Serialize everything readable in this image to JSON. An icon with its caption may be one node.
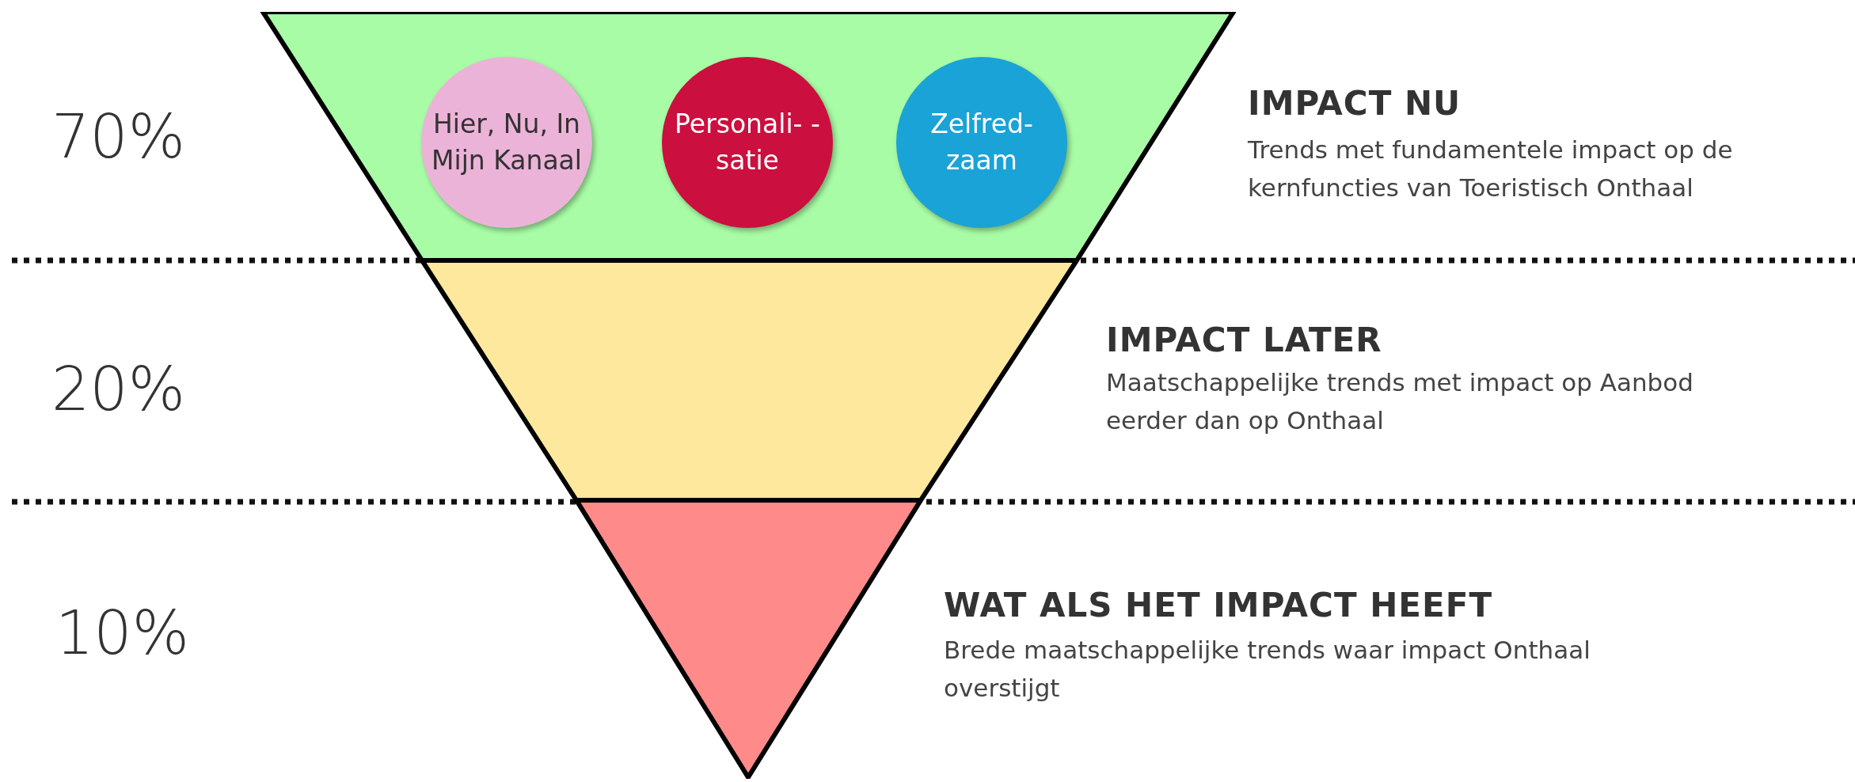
{
  "diagram": {
    "nodes": [
      {
        "text": [
          "IMPACT NU",
          "Trends met fundamentele impact op de kernfuncties van Toeristisch Onthaal"
        ]
      },
      {
        "text": [
          "Hier, Nu, In Mijn Kanaal"
        ],
        "in": 0
      },
      {
        "text": [
          "Personali- -satie"
        ],
        "in": 0
      },
      {
        "text": [
          "Zelfred- zaam"
        ],
        "in": 0
      },
      {
        "text": [
          "IMPACT LATER",
          "Maatschappelijke trends met impact op Aanbod eerder dan op Onthaal"
        ]
      },
      {
        "text": [
          "WAT ALS HET IMPACT HEEFT",
          "Brede maatschappelijke trends waar impact Onthaal overstijgt"
        ]
      }
    ],
    "edges": [],
    "labels": [
      "70%",
      "20%",
      "10%"
    ]
  }
}
